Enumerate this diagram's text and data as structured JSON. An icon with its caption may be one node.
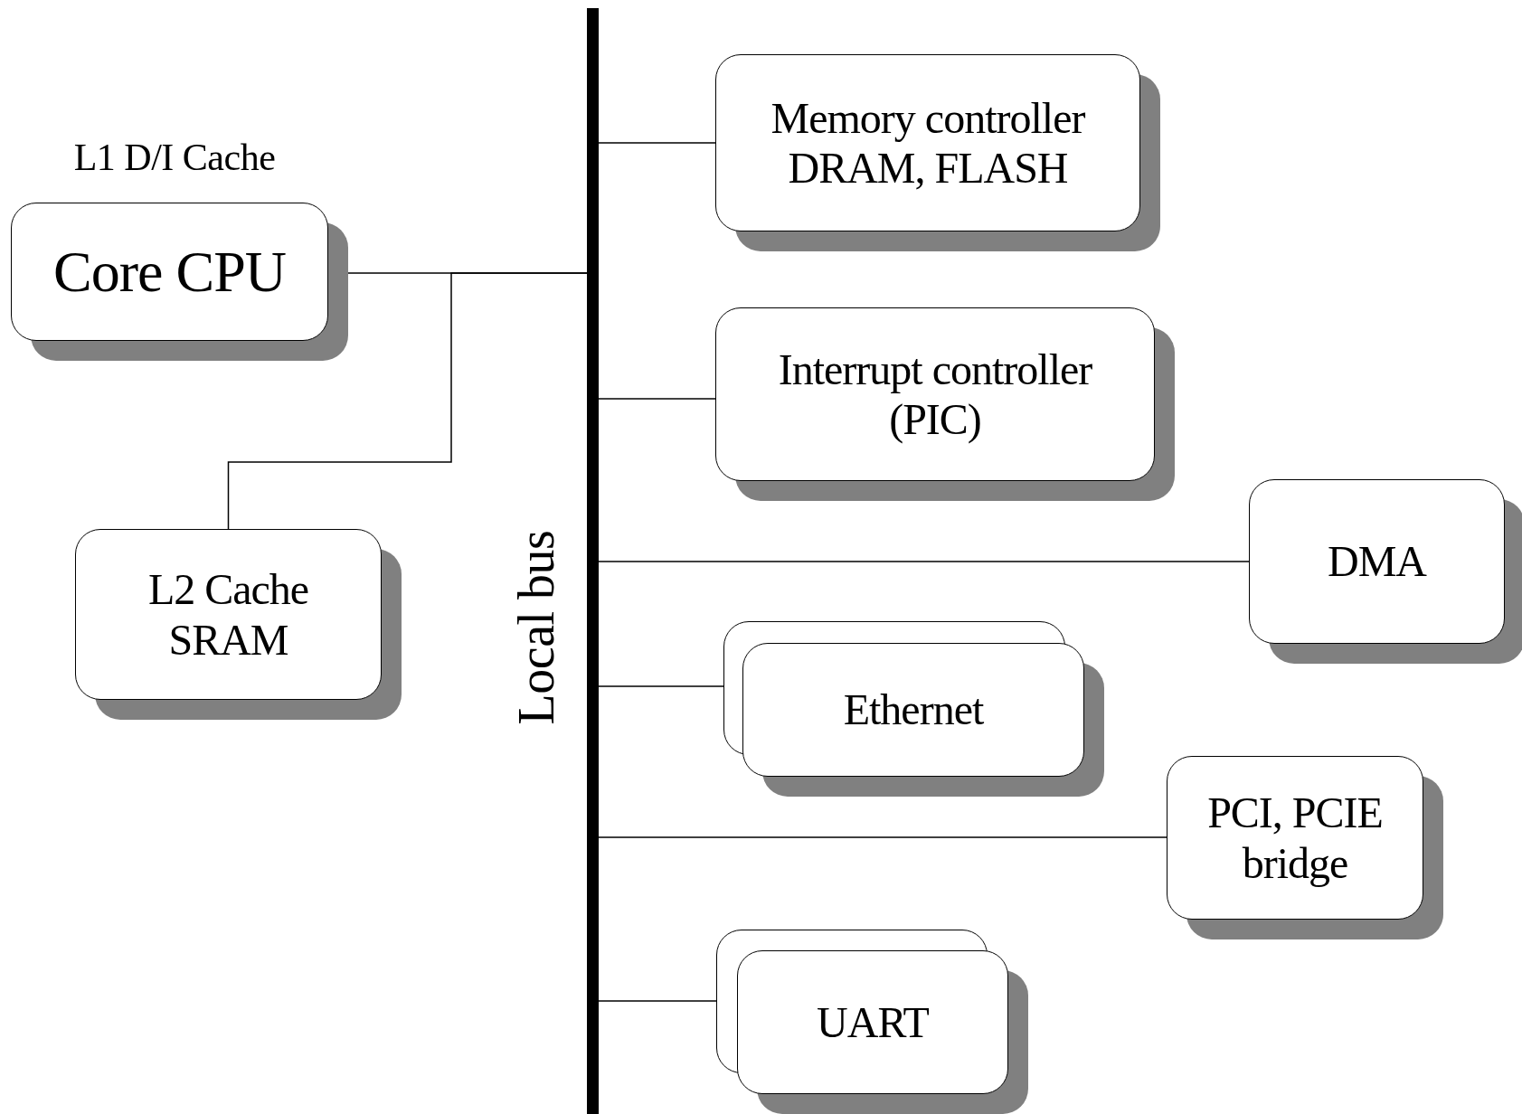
{
  "diagram": {
    "nodes": [
      {
        "text": [
          "Core CPU"
        ],
        "beside": [
          "L1 D/I Cache"
        ]
      },
      {
        "text": [
          "L2 Cache SRAM"
        ]
      },
      {
        "text": [],
        "shape": "bar",
        "beside": [
          "Local bus"
        ]
      },
      {
        "text": [
          "Memory controller DRAM, FLASH"
        ]
      },
      {
        "text": [
          "Interrupt controller (PIC)"
        ]
      },
      {
        "text": [
          "DMA"
        ]
      },
      {
        "text": [
          "Ethernet"
        ]
      },
      {
        "text": [
          "PCI, PCIE bridge"
        ]
      },
      {
        "text": [
          "UART"
        ]
      }
    ],
    "edges": [
      {
        "from": 0,
        "to": 2,
        "arrow": "none"
      },
      {
        "from": 1,
        "to": 2,
        "arrow": "none"
      },
      {
        "from": 2,
        "to": 3,
        "arrow": "none"
      },
      {
        "from": 2,
        "to": 4,
        "arrow": "none"
      },
      {
        "from": 2,
        "to": 5,
        "arrow": "none"
      },
      {
        "from": 2,
        "to": 6,
        "arrow": "none"
      },
      {
        "from": 2,
        "to": 7,
        "arrow": "none"
      },
      {
        "from": 2,
        "to": 8,
        "arrow": "none"
      }
    ]
  }
}
